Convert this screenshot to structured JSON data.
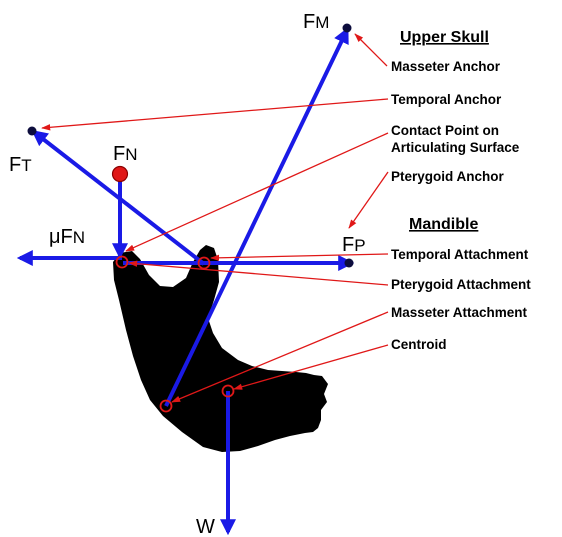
{
  "diagram": {
    "headings": {
      "upper_skull": "Upper Skull",
      "mandible": "Mandible"
    },
    "annotations": {
      "masseter_anchor": "Masseter Anchor",
      "temporal_anchor": "Temporal Anchor",
      "contact_point_line1": "Contact Point on",
      "contact_point_line2": "Articulating Surface",
      "pterygoid_anchor": "Pterygoid Anchor",
      "temporal_attachment": "Temporal Attachment",
      "pterygoid_attachment": "Pterygoid Attachment",
      "masseter_attachment": "Masseter Attachment",
      "centroid": "Centroid"
    },
    "forces": {
      "fm": {
        "main": "F",
        "sub": "M"
      },
      "ft": {
        "main": "F",
        "sub": "T"
      },
      "fn": {
        "main": "F",
        "sub": "N"
      },
      "ufn": {
        "main": "μF",
        "sub": "N"
      },
      "fp": {
        "main": "F",
        "sub": "P"
      },
      "w": {
        "main": "W"
      }
    },
    "colors": {
      "force_arrow": "#1a1ae6",
      "annotation_arrow": "#e01818",
      "mandible": "#000000",
      "contact_marker": "#e01818"
    }
  }
}
